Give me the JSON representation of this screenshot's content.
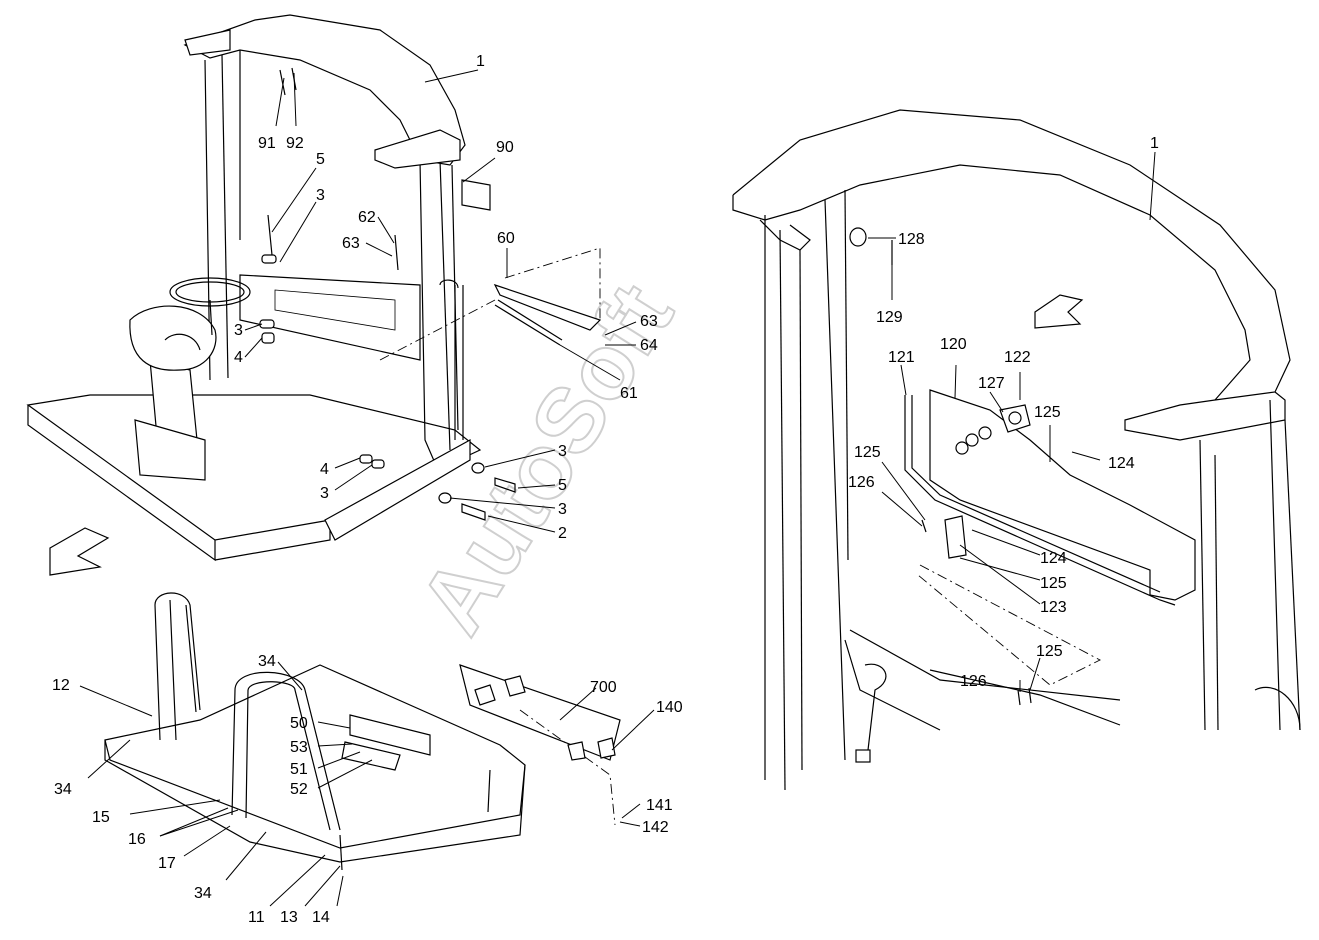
{
  "watermark": "AutoSoft",
  "callouts": {
    "c1a": "1",
    "c91": "91",
    "c92": "92",
    "c90": "90",
    "c5a": "5",
    "c3a": "3",
    "c62": "62",
    "c63a": "63",
    "c60": "60",
    "c63b": "63",
    "c64": "64",
    "c61": "61",
    "c3b": "3",
    "c4a": "4",
    "c3c": "3",
    "c4b": "4",
    "c3d": "3",
    "c5b": "5",
    "c3e": "3",
    "c2": "2",
    "c12": "12",
    "c34a": "34",
    "c50": "50",
    "c53": "53",
    "c51": "51",
    "c52": "52",
    "c34b": "34",
    "c15": "15",
    "c16": "16",
    "c17": "17",
    "c34c": "34",
    "c11": "11",
    "c13": "13",
    "c14": "14",
    "c700": "700",
    "c140": "140",
    "c141": "141",
    "c142": "142",
    "c1b": "1",
    "c128": "128",
    "c129": "129",
    "c121": "121",
    "c120": "120",
    "c122": "122",
    "c127": "127",
    "c125a": "125",
    "c124a": "124",
    "c125b": "125",
    "c126a": "126",
    "c124b": "124",
    "c125c": "125",
    "c123": "123",
    "c125d": "125",
    "c126b": "126"
  }
}
